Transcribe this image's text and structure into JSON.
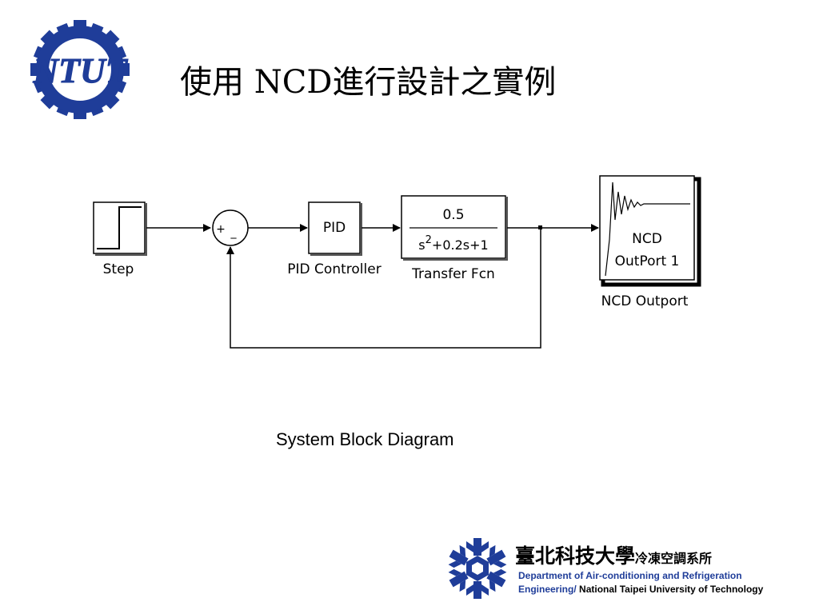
{
  "slide": {
    "title": "使用 NCD進行設計之實例",
    "caption": "System Block Diagram"
  },
  "logo_top": {
    "text": "NTUT",
    "color": "#1f3d99"
  },
  "diagram": {
    "blocks": {
      "step": {
        "label": "Step"
      },
      "sum": {
        "plus": "+",
        "minus": "_"
      },
      "pid": {
        "text": "PID",
        "label": "PID Controller"
      },
      "tf": {
        "numerator": "0.5",
        "den_s": "s",
        "den_exp": "2",
        "den_rest": "+0.2s+1",
        "label": "Transfer Fcn"
      },
      "ncd": {
        "line1": "NCD",
        "line2": "OutPort 1",
        "label": "NCD Outport"
      }
    }
  },
  "footer": {
    "school_cn": "臺北科技大學",
    "dept_cn": "冷凍空調系所",
    "dept_en": "Department of Air-conditioning and Refrigeration",
    "dept_en2": "Engineering/",
    "university_en": "National Taipei University of Technology",
    "color": "#1f3d99"
  }
}
